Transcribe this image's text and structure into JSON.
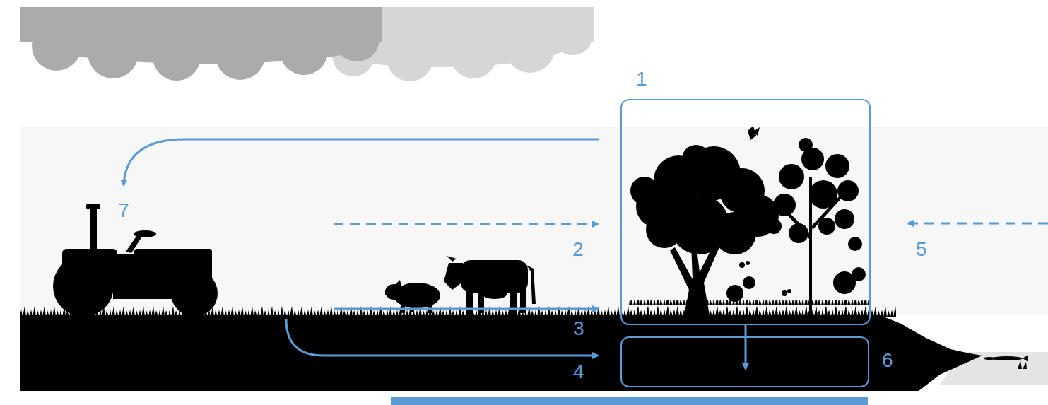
{
  "diagram": {
    "nodes": [
      {
        "text": [
          "1"
        ]
      },
      {
        "text": [
          "6"
        ]
      }
    ],
    "edges": [
      {
        "from": 0,
        "to": 1,
        "arrow": "to"
      }
    ],
    "labels": [
      "7",
      "2",
      "5",
      "3",
      "4"
    ]
  }
}
